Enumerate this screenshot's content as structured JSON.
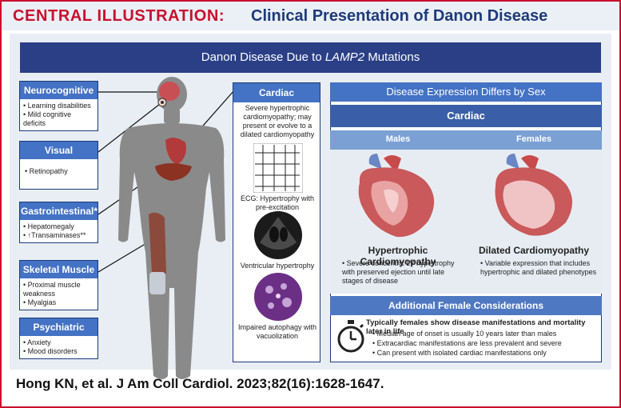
{
  "header": {
    "label": "CENTRAL ILLUSTRATION:",
    "title": "Clinical Presentation of Danon Disease"
  },
  "banner": {
    "prefix": "Danon Disease Due to ",
    "gene": "LAMP2",
    "suffix": " Mutations"
  },
  "systems": [
    {
      "title": "Neurocognitive",
      "items": [
        "Learning disabilities",
        "Mild cognitive deficits"
      ]
    },
    {
      "title": "Visual",
      "items": [
        "Retinopathy"
      ]
    },
    {
      "title": "Gastrointestinal*",
      "items": [
        "Hepatomegaly",
        "↑Transaminases**"
      ]
    },
    {
      "title": "Skeletal Muscle",
      "items": [
        "Proximal muscle weakness",
        "Myalgias"
      ]
    },
    {
      "title": "Psychiatric",
      "items": [
        "Anxiety",
        "Mood disorders"
      ]
    }
  ],
  "cardiac": {
    "title": "Cardiac",
    "intro": "Severe hypertrophic cardiomyopathy; may present or evolve to a dilated cardiomyopathy",
    "ecg": "ECG: Hypertrophy with pre-excitation",
    "echo": "Ventricular hypertrophy",
    "biopsy": "Impaired autophagy with vacuolization"
  },
  "sex": {
    "title": "Disease Expression Differs by Sex",
    "cardiac_label": "Cardiac",
    "males": {
      "label": "Males",
      "diagnosis": "Hypertrophic Cardiomyopathy",
      "bullet": "Severe concentric LV hypertrophy with preserved ejection until late stages of disease"
    },
    "females": {
      "label": "Females",
      "diagnosis": "Dilated Cardiomyopathy",
      "bullet": "Variable expression that includes hypertrophic and dilated phenotypes"
    },
    "additional_title": "Additional Female Considerations",
    "lead": "Typically females show disease manifestations and mortality later in life",
    "points": [
      "Median age of onset is usually 10 years later than males",
      "Extracardiac manifestations are less prevalent and severe",
      "Can present with isolated cardiac manifestations only"
    ]
  },
  "citation": "Hong KN, et al. J Am Coll Cardiol. 2023;82(16):1628-1647.",
  "colors": {
    "accent_red": "#c8102e",
    "navy": "#2a3f86",
    "blue": "#4472c4",
    "light_blue": "#7aa0d4"
  }
}
